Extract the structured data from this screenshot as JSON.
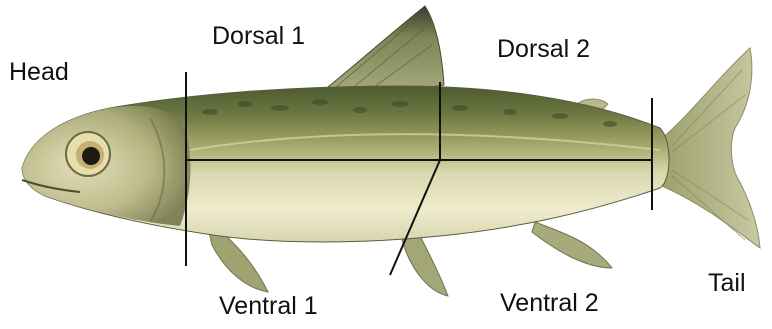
{
  "regions": {
    "head": "Head",
    "dorsal_1": "Dorsal 1",
    "dorsal_2": "Dorsal 2",
    "ventral_1": "Ventral 1",
    "ventral_2": "Ventral 2",
    "tail": "Tail"
  },
  "colors": {
    "background": "#ffffff",
    "back": "#5b6a3a",
    "flank": "#9ea365",
    "belly": "#ece8c4",
    "fin": "#8d9260",
    "fin_dark": "#3b3a2a",
    "divider_line": "#111111",
    "label_text": "#111111"
  }
}
